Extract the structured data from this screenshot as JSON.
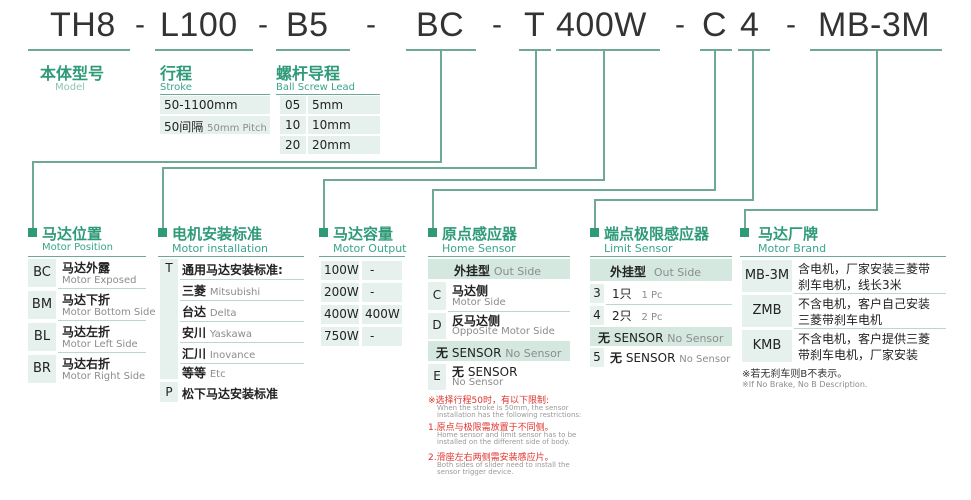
{
  "code": {
    "parts": [
      "TH8",
      "L100",
      "B5",
      "BC",
      "T",
      "400W",
      "C",
      "4",
      "MB-3M"
    ],
    "separator": "-"
  },
  "model": {
    "title": "本体型号",
    "sub": "Model"
  },
  "stroke": {
    "title": "行程",
    "sub": "Stroke",
    "range": "50-1100mm",
    "interval_cn": "50间隔",
    "interval_en": "50mm Pitch"
  },
  "lead": {
    "title": "螺杆导程",
    "sub": "Ball Screw Lead",
    "rows": [
      {
        "code": "05",
        "value": "5mm"
      },
      {
        "code": "10",
        "value": "10mm"
      },
      {
        "code": "20",
        "value": "20mm"
      }
    ]
  },
  "motor_position": {
    "title": "马达位置",
    "sub": "Motor Position",
    "rows": [
      {
        "code": "BC",
        "cn": "马达外露",
        "en": "Motor Exposed"
      },
      {
        "code": "BM",
        "cn": "马达下折",
        "en": "Motor Bottom Side"
      },
      {
        "code": "BL",
        "cn": "马达左折",
        "en": "Motor Left Side"
      },
      {
        "code": "BR",
        "cn": "马达右折",
        "en": "Motor Right Side"
      }
    ]
  },
  "motor_install": {
    "title": "电机安装标准",
    "sub": "Motor installation",
    "t_code": "T",
    "t_label": "通用马达安装标准:",
    "items": [
      {
        "cn": "三菱",
        "en": "Mitsubishi"
      },
      {
        "cn": "台达",
        "en": "Delta"
      },
      {
        "cn": "安川",
        "en": "Yaskawa"
      },
      {
        "cn": "汇川",
        "en": "Inovance"
      },
      {
        "cn": "等等",
        "en": "Etc"
      }
    ],
    "p_code": "P",
    "p_label": "松下马达安装标准"
  },
  "motor_output": {
    "title": "马达容量",
    "sub": "Motor Output",
    "rows": [
      {
        "code": "100W",
        "value": "-"
      },
      {
        "code": "200W",
        "value": "-"
      },
      {
        "code": "400W",
        "value": "400W"
      },
      {
        "code": "750W",
        "value": "-"
      }
    ]
  },
  "home_sensor": {
    "title": "原点感应器",
    "sub": "Home Sensor",
    "outside_cn": "外挂型",
    "outside_en": "Out Side",
    "rows": [
      {
        "code": "C",
        "cn": "马达侧",
        "en": "Motor Side"
      },
      {
        "code": "D",
        "cn": "反马达侧",
        "en": "OppoSite Motor Side"
      }
    ],
    "none_cn": "无",
    "none_label": "SENSOR",
    "none_en": "No Sensor",
    "e_code": "E",
    "e_cn": "无",
    "e_label": "SENSOR",
    "e_en": "No Sensor"
  },
  "notes": {
    "n1_cn": "※选择行程50时，有以下限制:",
    "n1_en": [
      "When the stroke is 50mm, the sensor",
      "installation has the following restrictions:"
    ],
    "n2_cn": "1.原点与极限需放置于不同侧。",
    "n2_en": [
      "Home sensor and limit sensor has to be",
      "installed on the different side of body."
    ],
    "n3_cn": "2.滑座左右两侧需安装感应片。",
    "n3_en": [
      "Both sides of slider need to install the",
      "sensor trigger device."
    ]
  },
  "limit_sensor": {
    "title": "端点极限感应器",
    "sub": "Limit Sensor",
    "outside_cn": "外挂型",
    "outside_en": "Out Side",
    "rows": [
      {
        "code": "3",
        "cn": "1只",
        "en": "1 Pc"
      },
      {
        "code": "4",
        "cn": "2只",
        "en": "2 Pc"
      }
    ],
    "none_cn": "无",
    "none_label": "SENSOR",
    "none_en": "No Sensor",
    "five_code": "5",
    "five_cn": "无",
    "five_label": "SENSOR",
    "five_en": "No Sensor"
  },
  "motor_brand": {
    "title": "马达厂牌",
    "sub": "Motor Brand",
    "rows": [
      {
        "code": "MB-3M",
        "desc": [
          "含电机，厂家安装三菱带",
          "刹车电机，线长3米"
        ]
      },
      {
        "code": "ZMB",
        "desc": [
          "不含电机，客户自己安装",
          "三菱带刹车电机"
        ]
      },
      {
        "code": "KMB",
        "desc": [
          "不含电机，客户提供三菱",
          "带刹车电机，厂家安装"
        ]
      }
    ],
    "note_cn": "※若无刹车则B不表示。",
    "note_en": "※If No Brake, No B Description."
  },
  "colors": {
    "accent": "#2f9a78",
    "line": "#6fa893",
    "cell_bg": "#e6f1ed",
    "warning": "#e0322c"
  }
}
